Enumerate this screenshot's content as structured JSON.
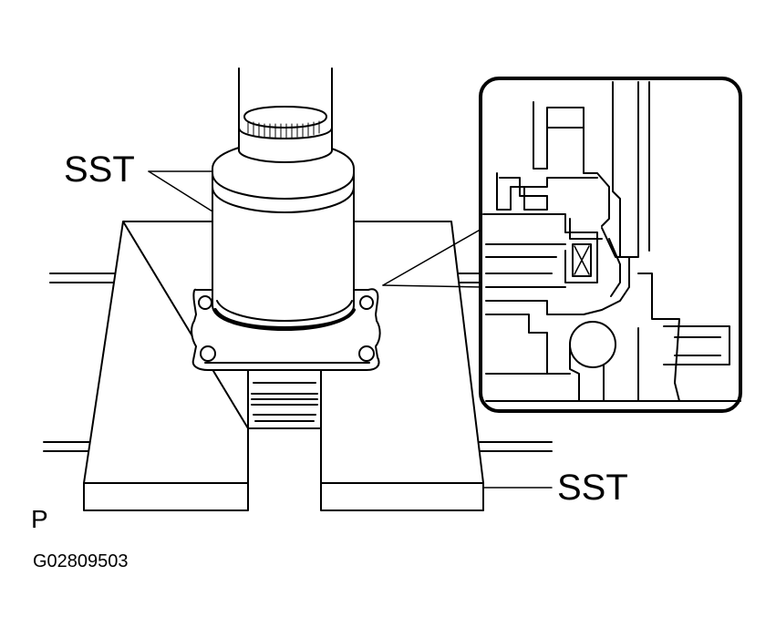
{
  "labels": {
    "sst_top": "SST",
    "sst_bottom": "SST",
    "view_mark": "P",
    "figure_code": "G02809503"
  },
  "colors": {
    "line": "#000000",
    "background": "#ffffff"
  }
}
